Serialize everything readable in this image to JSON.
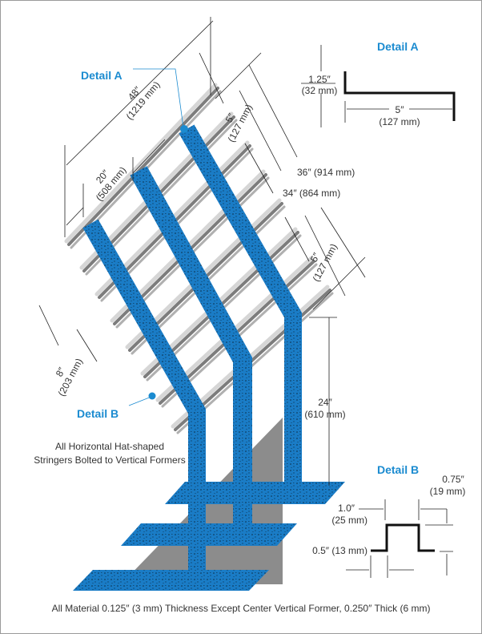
{
  "labels": {
    "detail_a_callout": "Detail A",
    "detail_a_title": "Detail A",
    "detail_b_callout": "Detail B",
    "detail_b_title": "Detail B",
    "stringer_note_line1": "All Horizontal Hat-shaped",
    "stringer_note_line2": "Stringers Bolted to Vertical Formers",
    "footer": "All Material 0.125″ (3 mm) Thickness Except Center Vertical Former, 0.250″ Thick (6 mm)"
  },
  "dimensions": {
    "overall_width": {
      "in": "48″",
      "mm": "(1219 mm)"
    },
    "former_spacing": {
      "in": "20″",
      "mm": "(508 mm)"
    },
    "bottom_offset": {
      "in": "8″",
      "mm": "(203 mm)"
    },
    "top_spacing": {
      "in": "5″",
      "mm": "(127 mm)"
    },
    "lower_spacing": {
      "in": "5″",
      "mm": "(127 mm)"
    },
    "span_36": "36″ (914 mm)",
    "span_34": "34″ (864 mm)",
    "vertical_height": {
      "in": "24″",
      "mm": "(610 mm)"
    }
  },
  "detail_a": {
    "height": {
      "in": "1.25″",
      "mm": "(32 mm)"
    },
    "width": {
      "in": "5″",
      "mm": "(127 mm)"
    }
  },
  "detail_b": {
    "top_width": {
      "in": "1.0″",
      "mm": "(25 mm)"
    },
    "height": {
      "in": "0.75″",
      "mm": "(19 mm)"
    },
    "flange": "0.5″ (13 mm)"
  },
  "colors": {
    "former_blue": "#1a7cc6",
    "accent": "#1b8bd0",
    "stringer_gray": "#a9a9a9"
  }
}
